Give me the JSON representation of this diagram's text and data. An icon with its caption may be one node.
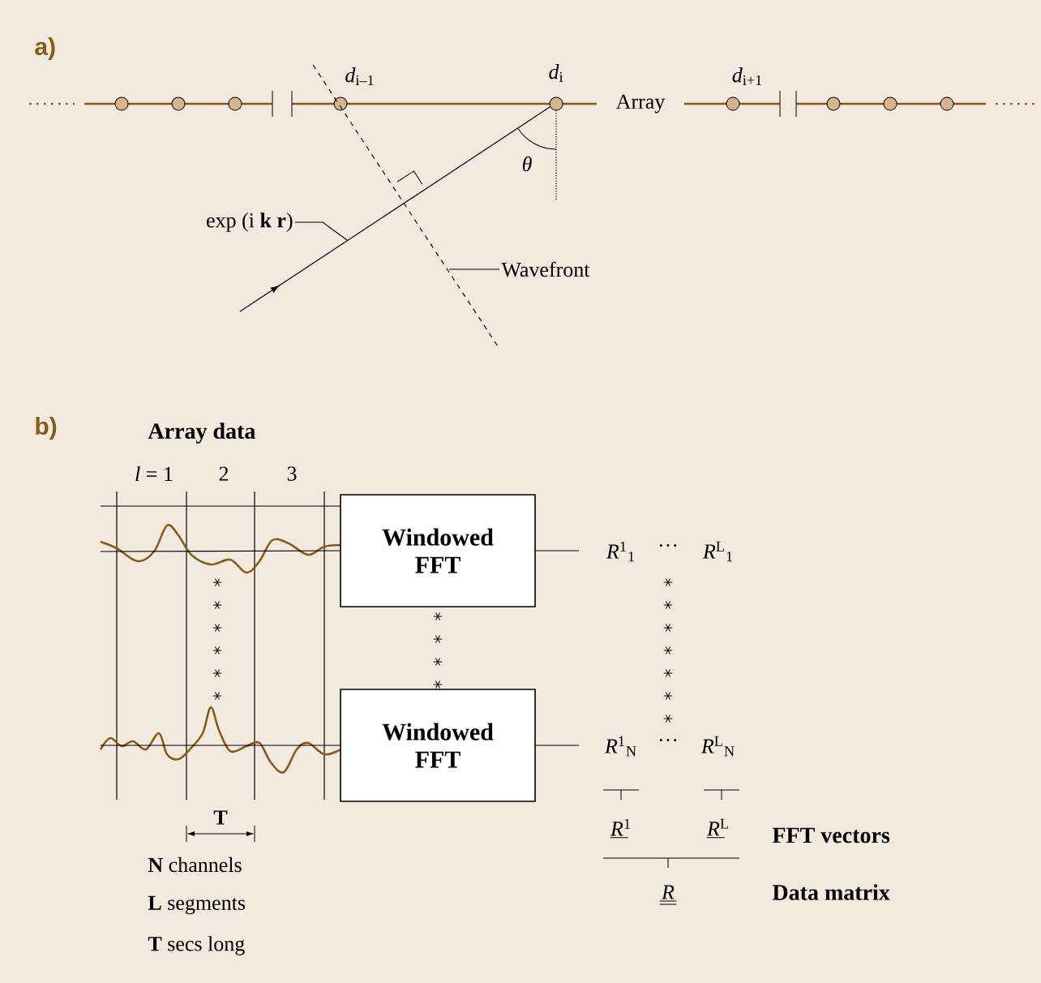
{
  "diagram": {
    "nodes": [
      {
        "text": [
          "exp (i **k r**)"
        ]
      },
      {
        "text": [
          "Wavefront"
        ]
      },
      {
        "text": [
          "Windowed FFT"
        ]
      },
      {
        "text": [
          "Windowed FFT"
        ]
      }
    ],
    "edges": [
      {
        "from": 0,
        "to": null,
        "arrow": "none"
      },
      {
        "from": 1,
        "to": null,
        "arrow": "none"
      },
      {
        "from": null,
        "to": 2,
        "arrow": "none"
      },
      {
        "from": 2,
        "to": null,
        "arrow": "none"
      },
      {
        "from": null,
        "to": 3,
        "arrow": "none"
      },
      {
        "from": 3,
        "to": null,
        "arrow": "none"
      }
    ],
    "labels": [
      "a)",
      "*d*$_{i–1}$",
      "*d*$_{i}$",
      "Array",
      "*d*$_{i+1}$",
      "θ",
      "b)",
      "Array data",
      "*l* = 1",
      "2",
      "3",
      "*R*$^{1}$$_{1}$",
      "···",
      "*R*$^{L}$$_{1}$",
      "*R*$^{1}$$_{N}$",
      "···",
      "*R*$^{L}$$_{N}$",
      "T",
      "*R*$^{1}$",
      "*R*$^{L}$",
      "FFT vectors",
      "**N** channels",
      "R",
      "Data matrix",
      "**L** segments",
      "**T** secs long"
    ]
  }
}
